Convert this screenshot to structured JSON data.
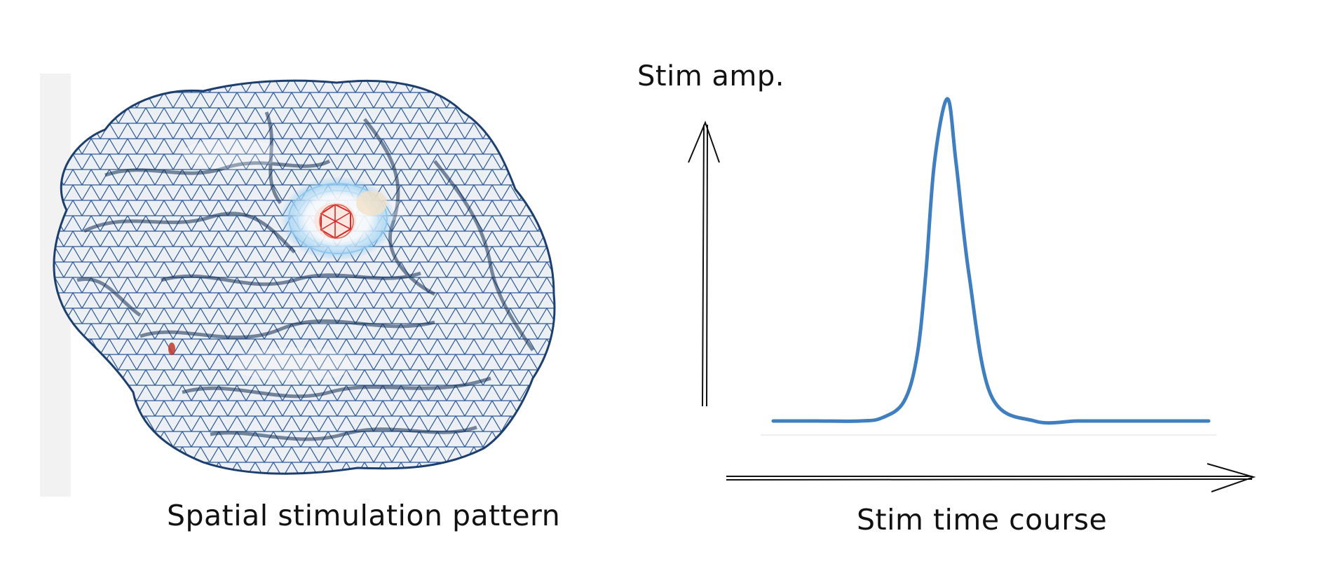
{
  "left_panel": {
    "caption": "Spatial stimulation pattern"
  },
  "right_panel": {
    "y_axis_label": "Stim amp.",
    "x_axis_label": "Stim time course"
  },
  "chart_data": {
    "type": "line",
    "xlabel": "Stim time course",
    "ylabel": "Stim amp.",
    "grid": false,
    "series": [
      {
        "x": [
          0,
          0.1,
          0.2,
          0.25,
          0.3,
          0.33,
          0.35,
          0.37,
          0.4,
          0.42,
          0.45,
          0.5,
          0.6,
          0.7,
          0.8,
          0.9,
          1.0
        ],
        "y": [
          0,
          0,
          0,
          0.01,
          0.06,
          0.2,
          0.45,
          0.8,
          1.0,
          0.8,
          0.45,
          0.08,
          0.0,
          0,
          0,
          0,
          0
        ]
      }
    ]
  },
  "colors": {
    "mesh": "#1f4e8c",
    "surface": "#e9ecf2",
    "stim_hotspot": "#d42a2a",
    "stim_halo": "#8ac6ee",
    "curve": "#3f7fc0"
  }
}
